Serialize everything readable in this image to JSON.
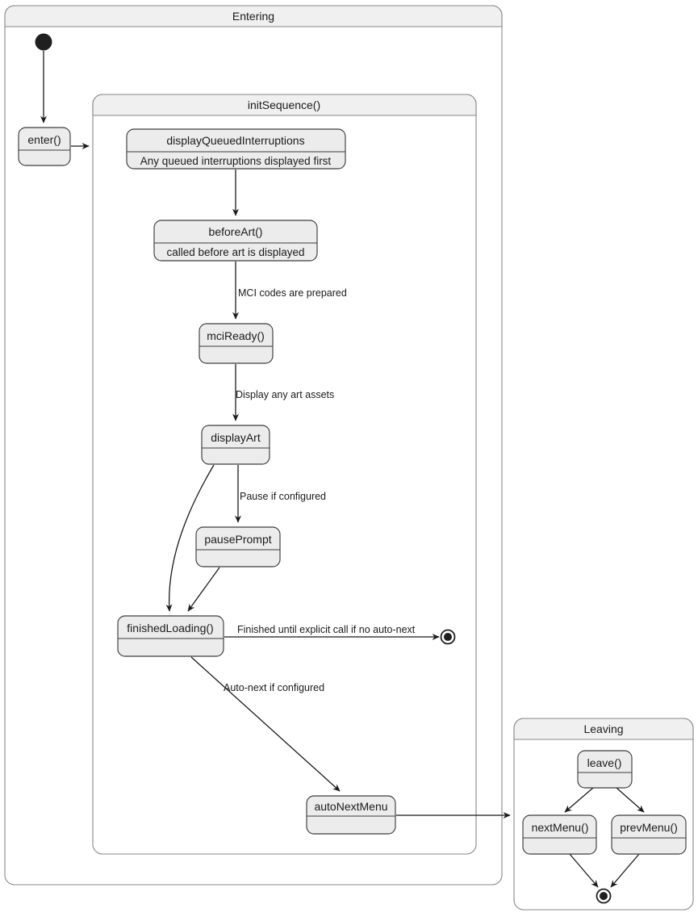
{
  "diagram": {
    "type": "uml-state-diagram",
    "frames": [
      {
        "id": "entering",
        "title": "Entering"
      },
      {
        "id": "initsequence",
        "title": "initSequence()"
      },
      {
        "id": "leaving",
        "title": "Leaving"
      }
    ],
    "states": [
      {
        "id": "enter",
        "title": "enter()",
        "desc": ""
      },
      {
        "id": "dqi",
        "title": "displayQueuedInterruptions",
        "desc": "Any queued interruptions displayed first"
      },
      {
        "id": "beforeart",
        "title": "beforeArt()",
        "desc": "called before art is displayed"
      },
      {
        "id": "mciready",
        "title": "mciReady()",
        "desc": ""
      },
      {
        "id": "displayart",
        "title": "displayArt",
        "desc": ""
      },
      {
        "id": "pauseprompt",
        "title": "pausePrompt",
        "desc": ""
      },
      {
        "id": "finished",
        "title": "finishedLoading()",
        "desc": ""
      },
      {
        "id": "autonext",
        "title": "autoNextMenu",
        "desc": ""
      },
      {
        "id": "leave",
        "title": "leave()",
        "desc": ""
      },
      {
        "id": "nextmenu",
        "title": "nextMenu()",
        "desc": ""
      },
      {
        "id": "prevmenu",
        "title": "prevMenu()",
        "desc": ""
      }
    ],
    "edge_labels": {
      "mci_prepared": "MCI codes are prepared",
      "display_art_assets": "Display any art assets",
      "pause_if_configured": "Pause if configured",
      "finished_no_autonext": "Finished until explicit call if no auto-next",
      "auto_next": "Auto-next if configured"
    },
    "nodes": {
      "initial_label": "initial-state",
      "final_label": "final-state"
    },
    "colors": {
      "state_fill": "#ececec",
      "state_stroke": "#3d3d3d",
      "frame_head_fill": "#f0f0f0",
      "frame_stroke": "#888888",
      "edge_stroke": "#1b1b1b",
      "text": "#1b1b1b",
      "background": "#ffffff"
    }
  }
}
